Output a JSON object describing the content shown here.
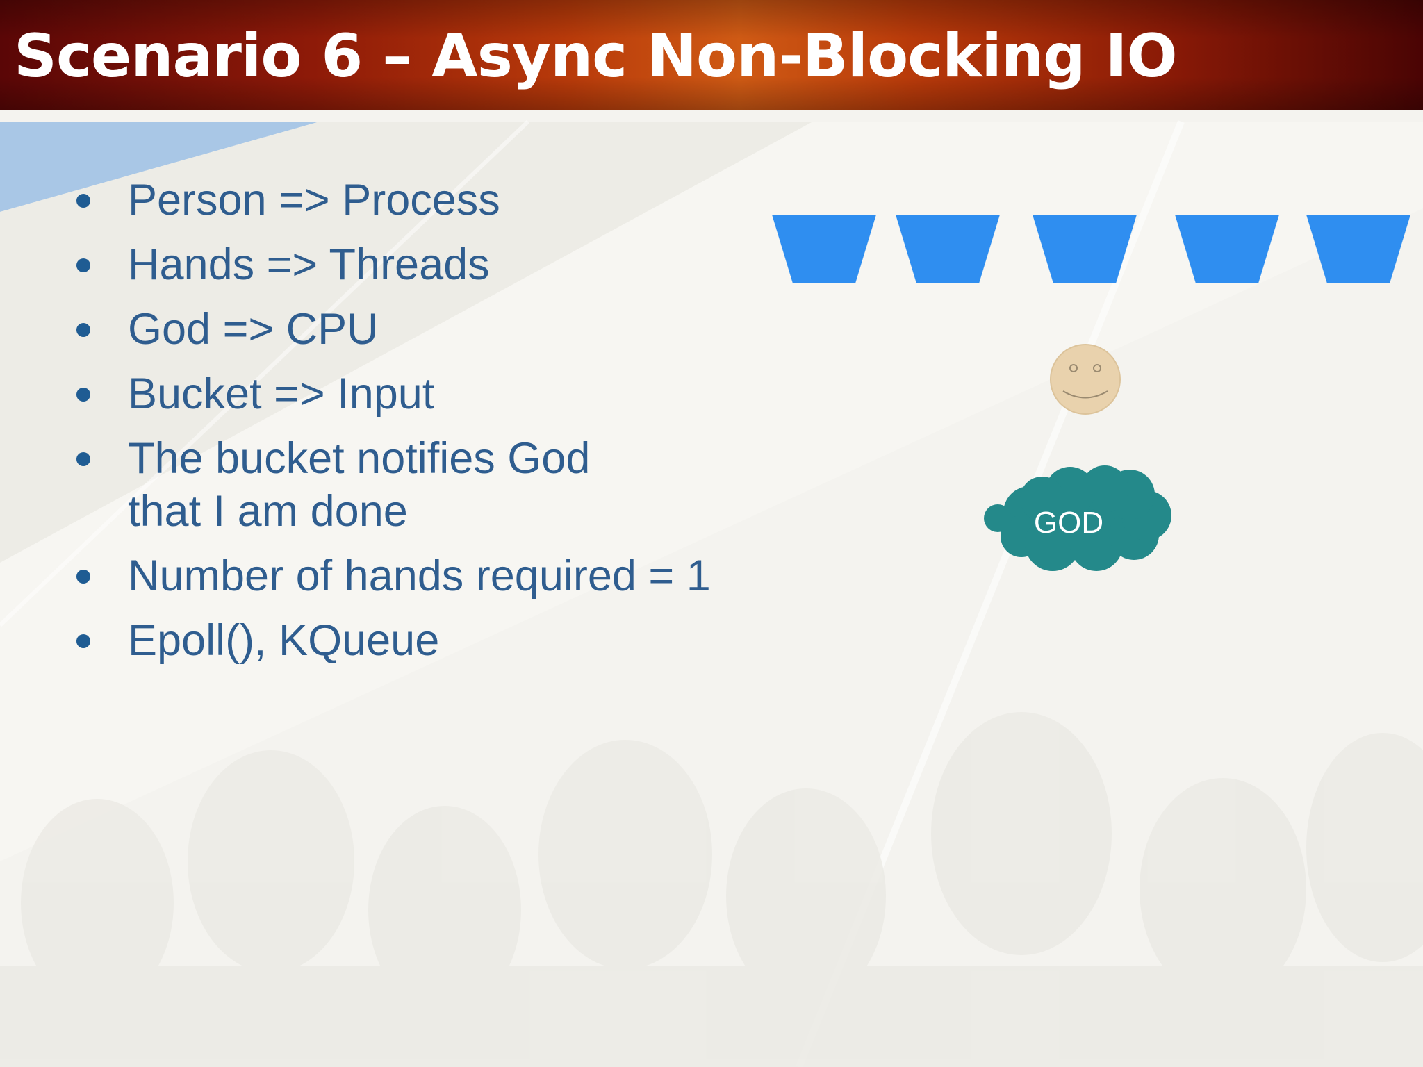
{
  "slide": {
    "title": "Scenario 6 – Async Non-Blocking IO",
    "bullets": [
      "Person => Process",
      "Hands => Threads",
      "God => CPU",
      "Bucket  => Input",
      "The bucket notifies God that I am done",
      "Number of hands required = 1",
      "Epoll(), KQueue"
    ]
  },
  "diagram": {
    "buckets": [
      {
        "icon": "bucket-icon"
      },
      {
        "icon": "bucket-icon"
      },
      {
        "icon": "bucket-icon"
      },
      {
        "icon": "bucket-icon"
      },
      {
        "icon": "bucket-icon"
      }
    ],
    "person_icon": "smiley-face-icon",
    "god_cloud_label": "GOD",
    "colors": {
      "bucket": "#2f8ef0",
      "face": "#e9d2ad",
      "cloud": "#24898a",
      "bullet_text": "#2f5d8f",
      "title_bar": "#b83a0a",
      "background": "#f4f3ef"
    }
  }
}
